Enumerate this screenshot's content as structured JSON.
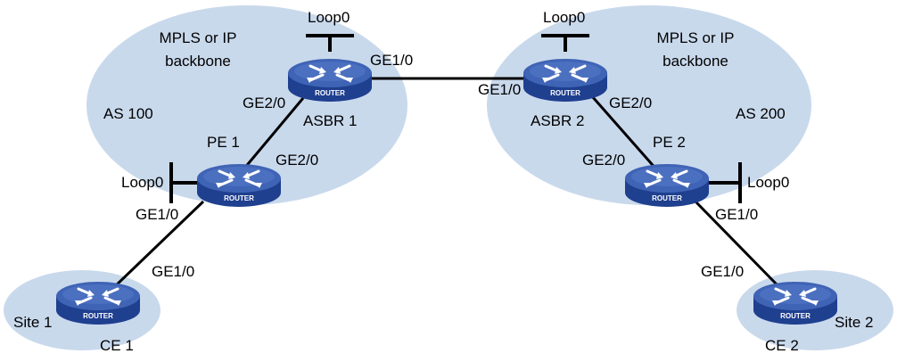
{
  "colors": {
    "cloud": "#c9d9ec",
    "router_top": "#3f63b5",
    "router_top_light": "#6f8fd6",
    "router_side": "#1f3f8f",
    "line": "#000000"
  },
  "icon": "router-icon",
  "router_badge": "ROUTER",
  "clouds": {
    "as100": {
      "line1": "MPLS or IP",
      "line2": "backbone",
      "as_label": "AS 100"
    },
    "as200": {
      "line1": "MPLS or IP",
      "line2": "backbone",
      "as_label": "AS 200"
    },
    "site1": {
      "label": "Site 1"
    },
    "site2": {
      "label": "Site 2"
    }
  },
  "devices": {
    "asbr1": {
      "name": "ASBR 1",
      "loop": "Loop0",
      "if_left": "GE2/0",
      "if_right": "GE1/0"
    },
    "asbr2": {
      "name": "ASBR 2",
      "loop": "Loop0",
      "if_left": "GE1/0",
      "if_right": "GE2/0"
    },
    "pe1": {
      "name": "PE 1",
      "loop": "Loop0",
      "if_up": "GE2/0",
      "if_down": "GE1/0"
    },
    "pe2": {
      "name": "PE 2",
      "loop": "Loop0",
      "if_up": "GE2/0",
      "if_down": "GE1/0"
    },
    "ce1": {
      "name": "CE 1",
      "if": "GE1/0"
    },
    "ce2": {
      "name": "CE 2",
      "if": "GE1/0"
    }
  }
}
